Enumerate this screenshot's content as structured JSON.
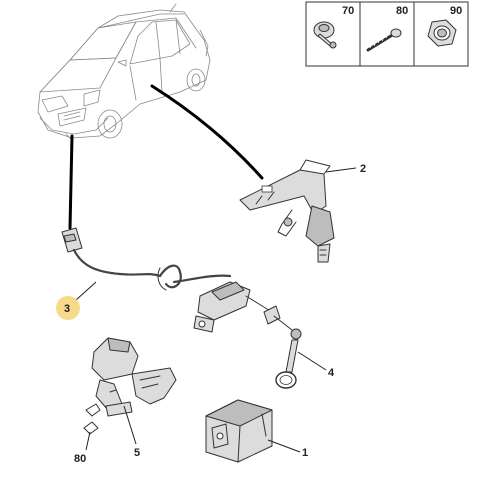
{
  "hardware_table": {
    "cells": [
      {
        "ref": "70",
        "icon": "washer-screw-icon"
      },
      {
        "ref": "80",
        "icon": "tapping-screw-icon"
      },
      {
        "ref": "90",
        "icon": "hex-nut-icon"
      }
    ]
  },
  "callouts": {
    "item_1": "1",
    "item_2": "2",
    "item_3": "3",
    "item_4": "4",
    "item_5": "5",
    "item_80": "80"
  },
  "colors": {
    "highlight_badge": "#f7d98b",
    "line": "#333333",
    "part_fill": "#dcdcdc",
    "car_line": "#8a8a8a"
  }
}
